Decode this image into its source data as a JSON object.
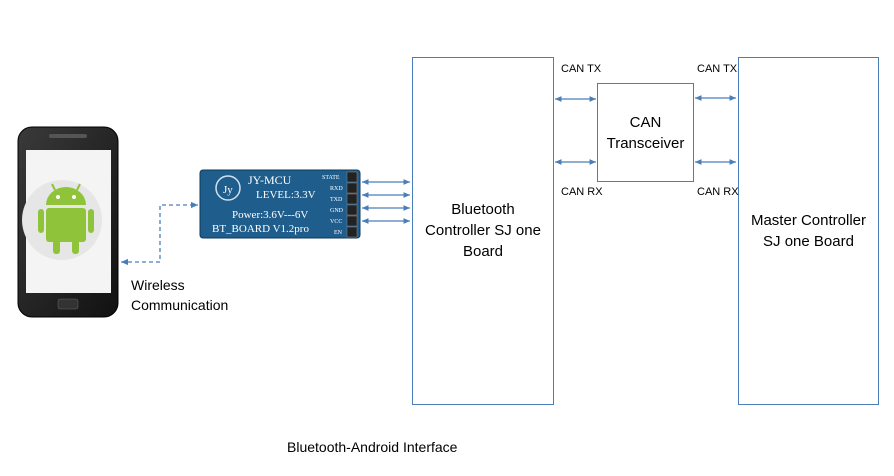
{
  "diagram": {
    "bluetooth_controller": {
      "line1": "Bluetooth",
      "line2": "Controller SJ one",
      "line3": "Board"
    },
    "can_transceiver": {
      "line1": "CAN",
      "line2": "Transceiver"
    },
    "master_controller": {
      "line1": "Master Controller",
      "line2": "SJ one Board"
    },
    "can_tx_left": "CAN TX",
    "can_rx_left": "CAN RX",
    "can_tx_right": "CAN TX",
    "can_rx_right": "CAN RX",
    "wireless": {
      "line1": "Wireless",
      "line2": "Communication"
    },
    "caption": "Bluetooth-Android Interface",
    "bt_module": {
      "name": "JY-MCU",
      "level": "LEVEL:3.3V",
      "power": "Power:3.6V---6V",
      "board": "BT_BOARD  V1.2pro",
      "pins": [
        "STATE",
        "RXD",
        "TXD",
        "GND",
        "VCC",
        "EN"
      ]
    },
    "colors": {
      "box_border": "#4a7ebb",
      "arrow": "#4a7ebb",
      "module": "#1f5d8c"
    }
  }
}
